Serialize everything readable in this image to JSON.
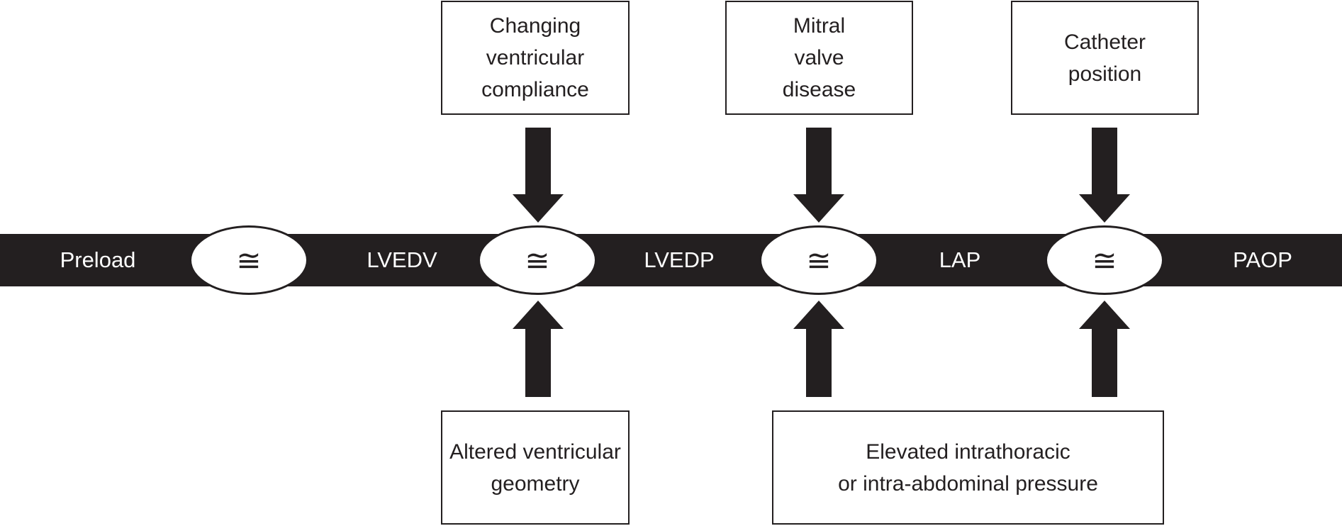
{
  "band": {
    "nodes": [
      "Preload",
      "LVEDV",
      "LVEDP",
      "LAP",
      "PAOP"
    ],
    "connector_symbol": "≅"
  },
  "top_factors": [
    {
      "lines": [
        "Changing",
        "ventricular",
        "compliance"
      ]
    },
    {
      "lines": [
        "Mitral",
        "valve",
        "disease"
      ]
    },
    {
      "lines": [
        "Catheter",
        "position"
      ]
    }
  ],
  "bottom_factors": [
    {
      "lines": [
        "Altered ventricular",
        "geometry"
      ]
    },
    {
      "lines": [
        "Elevated intrathoracic",
        "or intra-abdominal pressure"
      ]
    }
  ],
  "colors": {
    "band": "#231f20",
    "arrow": "#231f20",
    "box_border": "#231f20",
    "background": "#ffffff"
  }
}
